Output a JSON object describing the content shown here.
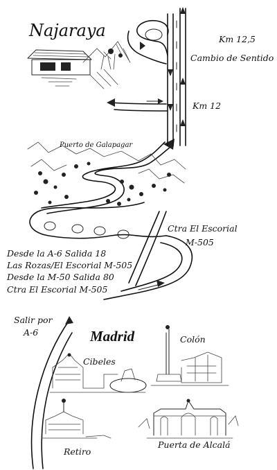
{
  "map": {
    "venue_name": "Najaraya",
    "km_12_5": [
      "Km 12,5",
      "Cambio de Sentido"
    ],
    "km_12": "Km 12",
    "pass_name": "Puerto de Galapagar",
    "road_label": [
      "Ctra El Escorial",
      "M-505"
    ],
    "directions": [
      "Desde la A-6 Salida 18",
      "Las Rozas/El Escorial M-505",
      "Desde la M-50 Salida 80",
      "Ctra El Escorial M-505"
    ],
    "start_label": [
      "Salir por",
      "A-6"
    ],
    "city": "Madrid",
    "landmarks": {
      "colon": "Colón",
      "cibeles": "Cibeles",
      "retiro": "Retiro",
      "puerta_alcala": "Puerta de Alcalá"
    }
  }
}
